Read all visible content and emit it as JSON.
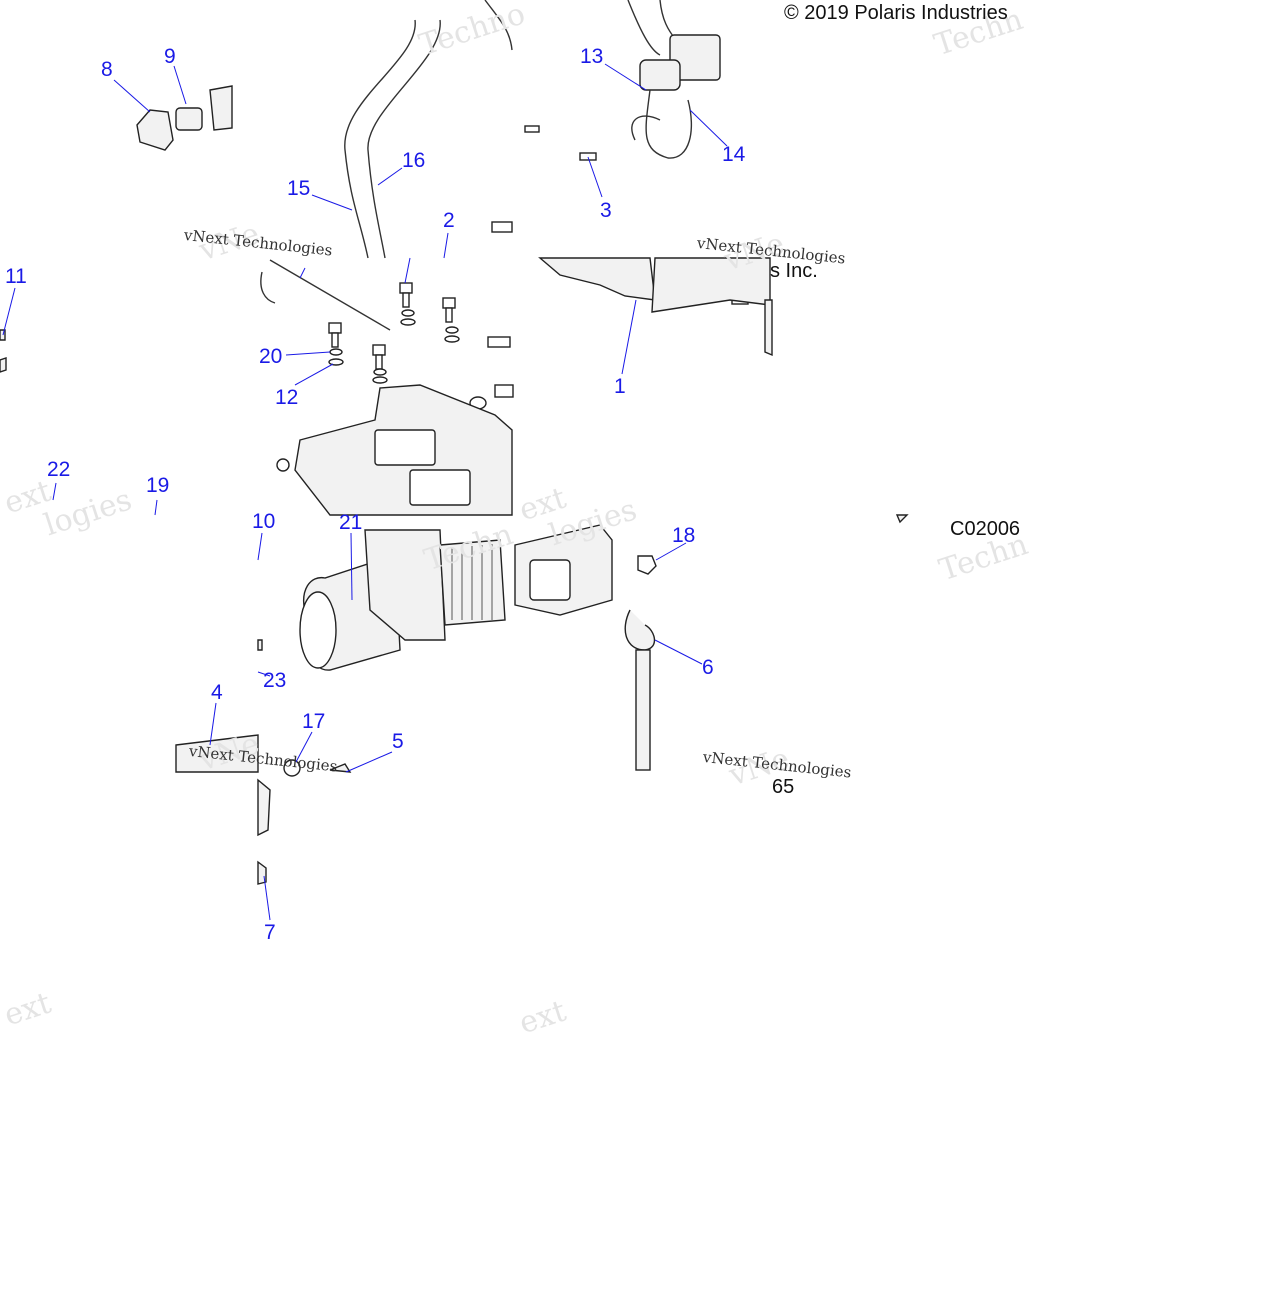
{
  "copyright": "© 2019 Polaris Industries",
  "fragment_inc": "s Inc.",
  "diagram_code": "C02006",
  "page_number": "65",
  "watermark": "vNext Technologies",
  "callouts": [
    "1",
    "2",
    "3",
    "4",
    "5",
    "6",
    "7",
    "8",
    "9",
    "10",
    "11",
    "12",
    "13",
    "14",
    "15",
    "16",
    "17",
    "18",
    "19",
    "20",
    "21",
    "22",
    "23"
  ],
  "colors": {
    "callout": "#1a1ae6",
    "linework": "#222222"
  }
}
